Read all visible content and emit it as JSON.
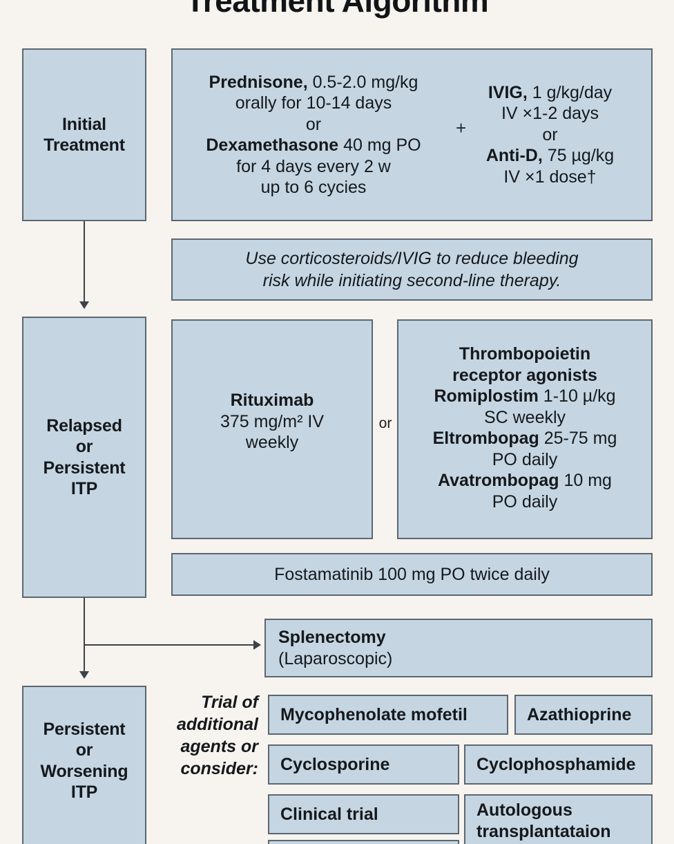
{
  "title": "Treatment Algorithm",
  "stages": {
    "initial": "Initial\nTreatment",
    "initial_l1": "Initial",
    "initial_l2": "Treatment",
    "relapsed_l1": "Relapsed",
    "relapsed_l2": "or",
    "relapsed_l3": "Persistent",
    "relapsed_l4": "ITP",
    "worsening_l1": "Persistent",
    "worsening_l2": "or",
    "worsening_l3": "Worsening",
    "worsening_l4": "ITP"
  },
  "initial_treatment": {
    "left": {
      "l1_bold": "Prednisone,",
      "l1_rest": " 0.5-2.0 mg/kg",
      "l2": "orally for 10-14 days",
      "l3": "or",
      "l4_bold": "Dexamethasone",
      "l4_rest": " 40 mg PO",
      "l5": "for 4 days every 2 w",
      "l6": "up to 6 cycies"
    },
    "separator": "+",
    "right": {
      "l1_bold": "IVIG,",
      "l1_rest": " 1 g/kg/day",
      "l2": "IV ×1-2 days",
      "l3": "or",
      "l4_bold": "Anti-D,",
      "l4_rest": " 75 µg/kg",
      "l5": "IV ×1 dose†"
    }
  },
  "bleeding_note": {
    "l1": "Use corticosteroids/IVIG to reduce bleeding",
    "l2": "risk while initiating second-line therapy."
  },
  "second_line": {
    "rituximab": {
      "l1_bold": "Rituximab",
      "l2": "375 mg/m² IV",
      "l3": "weekly"
    },
    "separator": "or",
    "tpo": {
      "l1_bold": "Thrombopoietin",
      "l2_bold": "receptor agonists",
      "l3_bold": "Romiplostim",
      "l3_rest": " 1-10 µ/kg",
      "l4": "SC weekly",
      "l5_bold": "Eltrombopag",
      "l5_rest": " 25-75 mg",
      "l6": "PO daily",
      "l7_bold": "Avatrombopag",
      "l7_rest": " 10 mg",
      "l8": "PO daily"
    },
    "fostamatinib": "Fostamatinib 100 mg PO twice daily"
  },
  "splenectomy": {
    "l1_bold": "Splenectomy",
    "l2": "(Laparoscopic)"
  },
  "additional": {
    "trial_l1": "Trial of",
    "trial_l2": "additional",
    "trial_l3": "agents or",
    "trial_l4": "consider:",
    "items": [
      "Mycophenolate mofetil",
      "Azathioprine",
      "Cyclosporine",
      "Cyclophosphamide",
      "Clinical trial",
      "Autologous",
      "transplantataion"
    ]
  },
  "colors": {
    "background": "#f7f3ee",
    "box_fill": "#c5d6e2",
    "box_border": "#5c6670",
    "connector": "#3b4248",
    "text": "#15181c"
  }
}
